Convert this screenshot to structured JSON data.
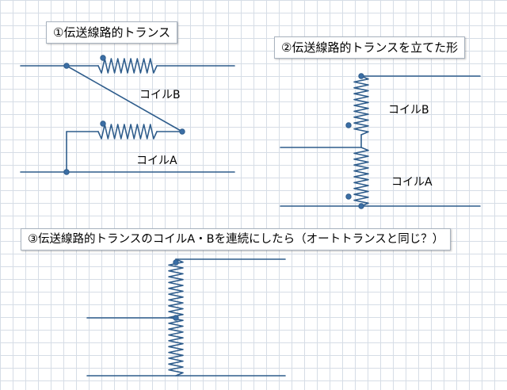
{
  "captions": {
    "section1": "①伝送線路的トランス",
    "section2": "②伝送線路的トランスを立てた形",
    "section3": "③伝送線路的トランスのコイルA・Bを連続にしたら（オートトランスと同じ？）"
  },
  "labels": {
    "coil_b": "コイルB",
    "coil_a": "コイルA"
  },
  "colors": {
    "wire": "#2f5d8c",
    "dot": "#3b6ea5",
    "grid": "#d6dde6"
  }
}
